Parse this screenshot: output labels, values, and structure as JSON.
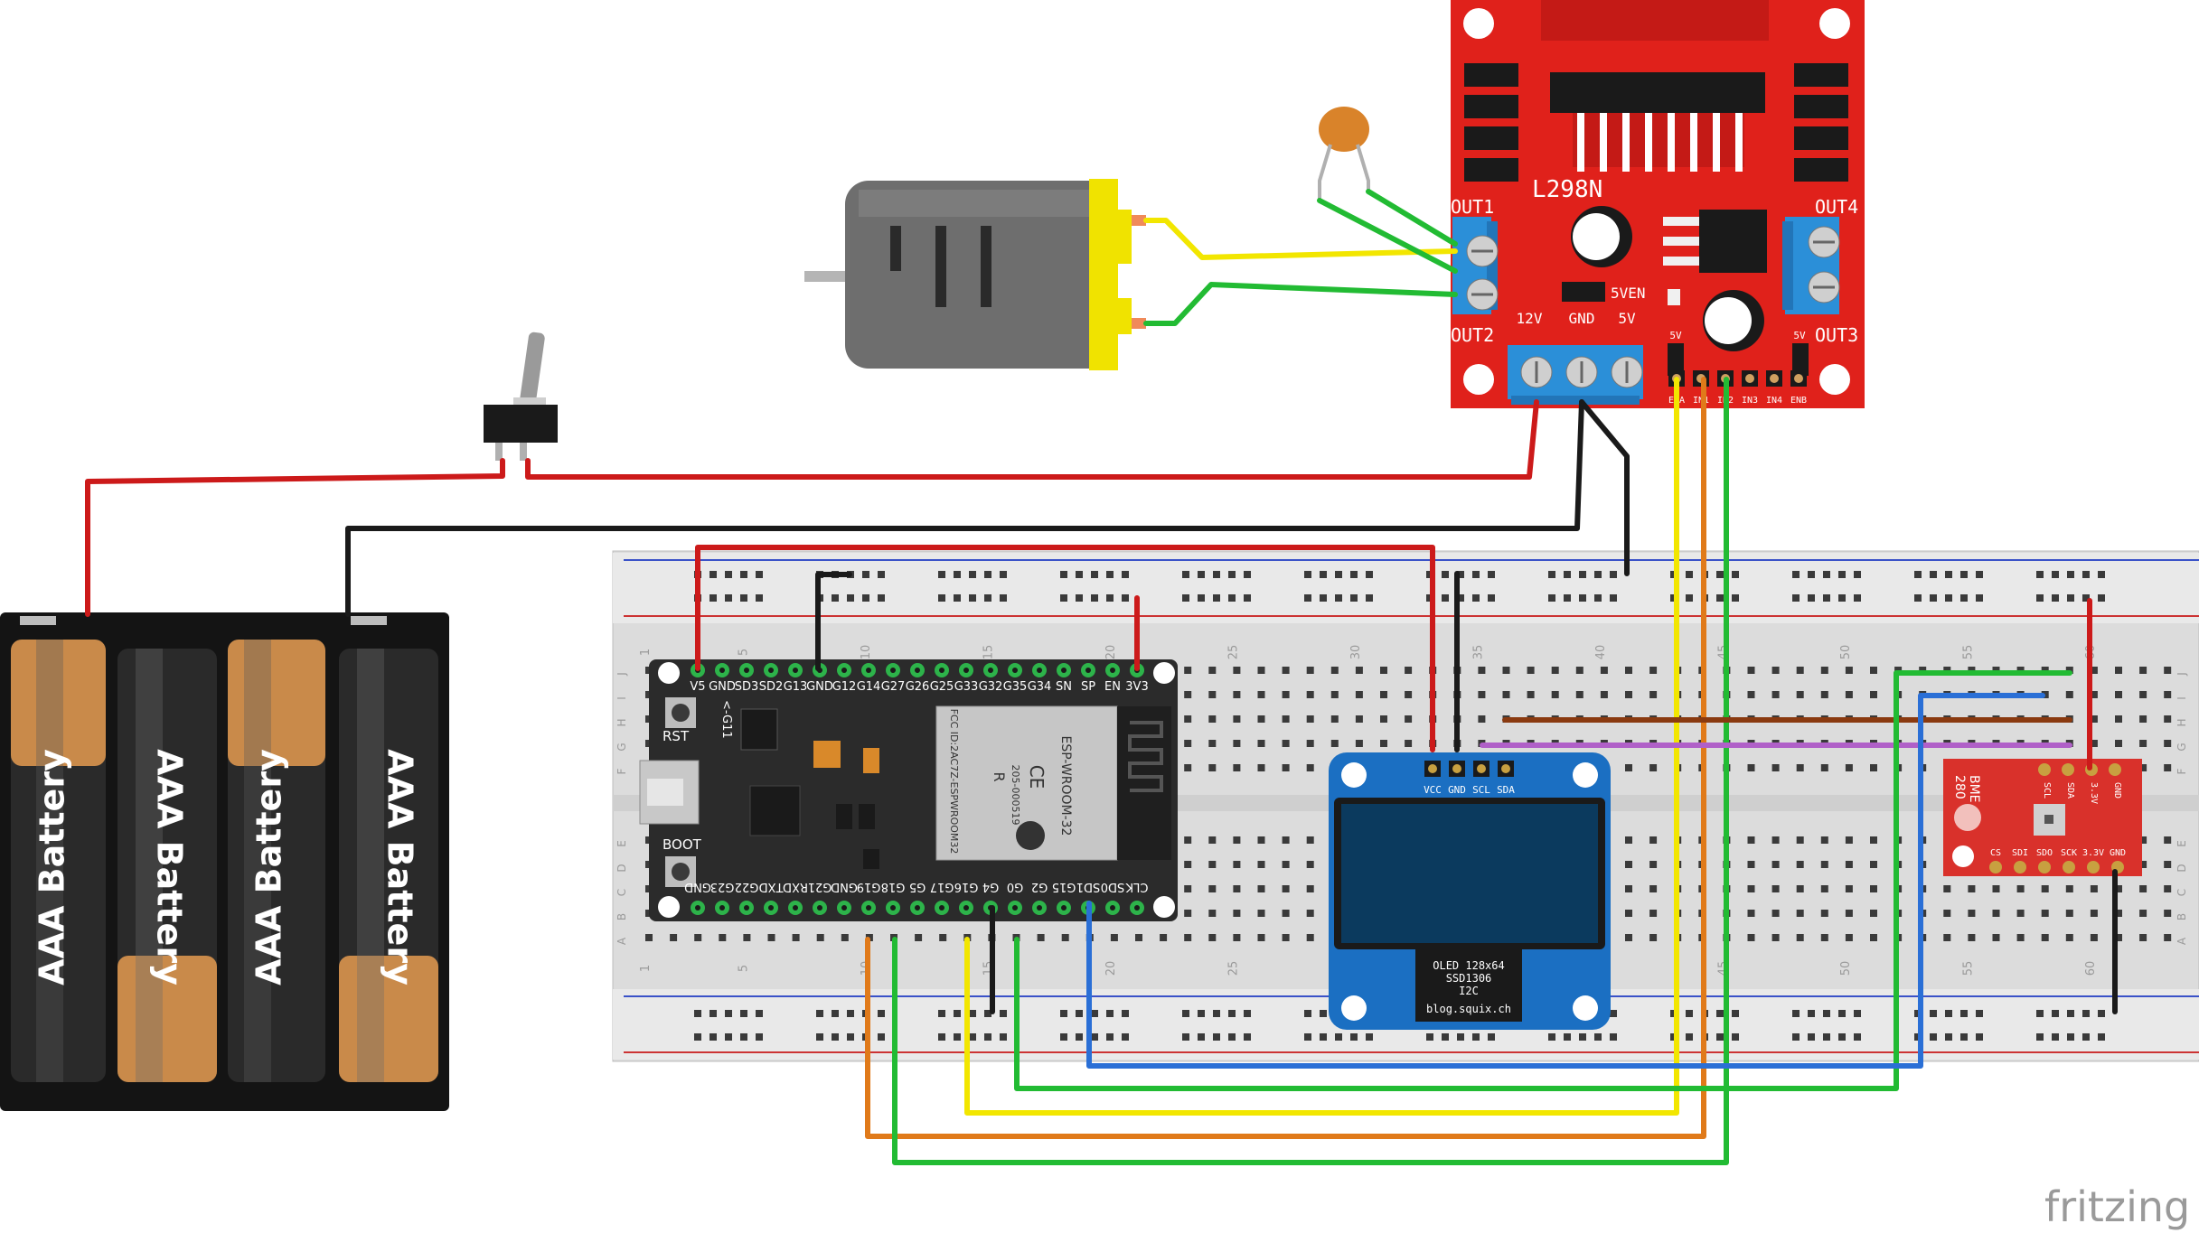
{
  "battery_pack": {
    "cell_label": "AAA Battery"
  },
  "l298n": {
    "chip": "L298N",
    "out1": "OUT1",
    "out2": "OUT2",
    "out3": "OUT3",
    "out4": "OUT4",
    "five_ven": "5VEN",
    "power_terms": [
      "12V",
      "GND",
      "5V"
    ],
    "logic_5v_left": "5V",
    "logic_5v_right": "5V",
    "logic_pins": [
      "ENA",
      "IN1",
      "IN2",
      "IN3",
      "IN4",
      "ENB"
    ]
  },
  "esp32": {
    "top_pins": [
      "V5",
      "GND",
      "SD3",
      "SD2",
      "G13",
      "GND",
      "G12",
      "G14",
      "G27",
      "G26",
      "G25",
      "G33",
      "G32",
      "G35",
      "G34",
      "SN",
      "SP",
      "EN",
      "3V3"
    ],
    "bottom_pins": [
      "CLK",
      "SD0",
      "SD1",
      "G15",
      "G2",
      "G0",
      "G4",
      "G16",
      "G17",
      "G5",
      "G18",
      "G19",
      "GND",
      "G21",
      "RXD",
      "TXD",
      "G22",
      "G23",
      "GND"
    ],
    "rst": "RST",
    "boot": "BOOT",
    "g11": "<-G11",
    "module_name": "ESP-WROOM-32",
    "module_lines": [
      "FCC ID:2AC7Z-ESPWROOM32",
      "205-000519"
    ],
    "ce": "CE",
    "r": "R"
  },
  "oled": {
    "pins": [
      "VCC",
      "GND",
      "SCL",
      "SDA"
    ],
    "label_lines": [
      "OLED 128x64",
      "SSD1306",
      "I2C",
      "blog.squix.ch"
    ]
  },
  "bme280": {
    "name_lines": [
      "BME",
      "280"
    ],
    "top_pins": [
      "SCL",
      "SDA",
      "3.3V",
      "GND"
    ],
    "bottom_pins": [
      "CS",
      "SDI",
      "SDO",
      "SCK",
      "3.3V",
      "GND"
    ]
  },
  "breadboard": {
    "col_numbers": [
      "1",
      "5",
      "10",
      "15",
      "20",
      "25",
      "30",
      "35",
      "40",
      "45",
      "50",
      "55",
      "60"
    ],
    "row_letters_top": [
      "J",
      "I",
      "H",
      "G",
      "F"
    ],
    "row_letters_bottom": [
      "E",
      "D",
      "C",
      "B",
      "A"
    ]
  },
  "credit": "fritzing",
  "colors": {
    "red_wire": "#cc1a1a",
    "black_wire": "#1a1a1a",
    "yellow_wire": "#f2e600",
    "green_wire": "#22bb33",
    "orange_wire": "#e07a1a",
    "blue_wire": "#2a6fd6",
    "brown_wire": "#8a3a10",
    "purple_wire": "#b060c8",
    "l298n_board": "#e0211b",
    "terminal_blue": "#2b8fd8",
    "esp_board": "#2b2b2b",
    "oled_board": "#1b6fc2",
    "bme_board": "#d9312b"
  }
}
